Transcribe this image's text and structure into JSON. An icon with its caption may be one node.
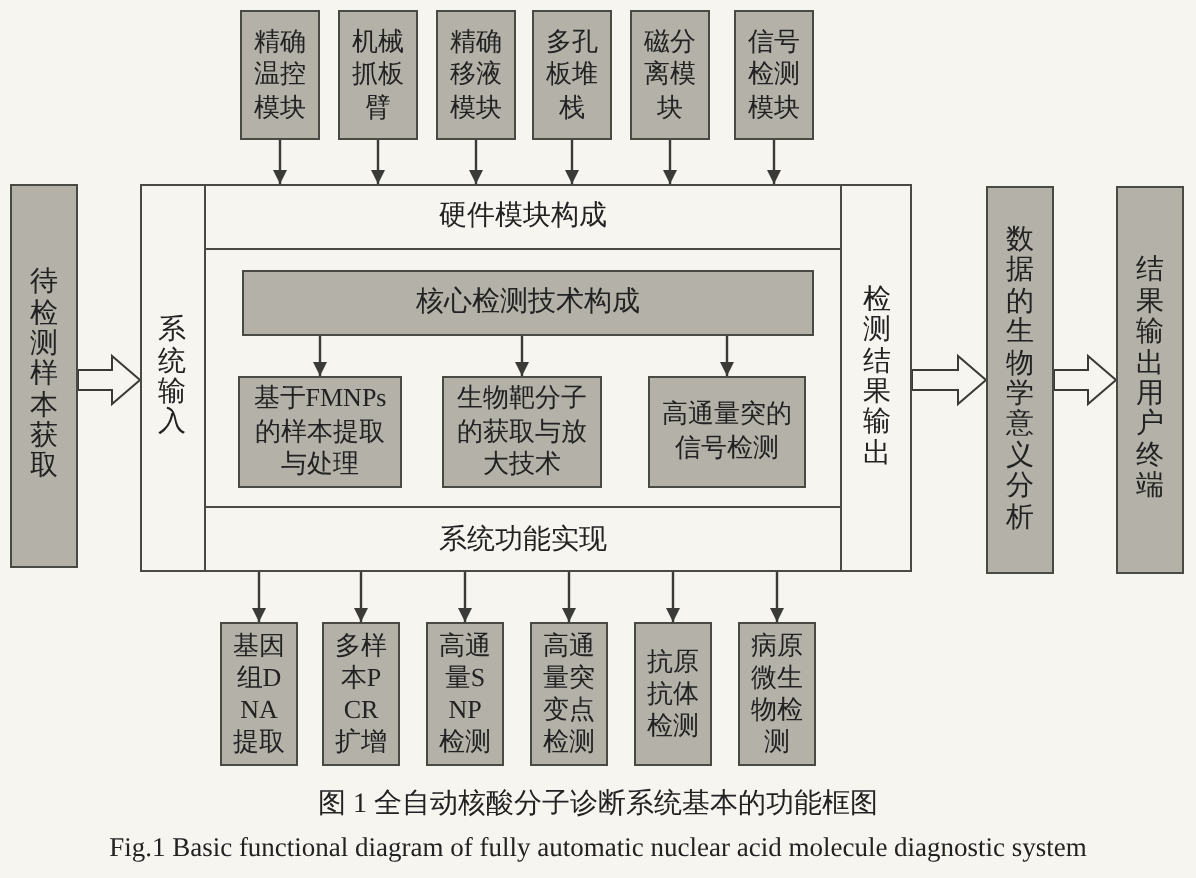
{
  "diagram": {
    "caption": "图 1 全自动核酸分子诊断系统基本的功能框图",
    "nodes": [
      {
        "text": [
          "精确温控模块"
        ]
      },
      {
        "text": [
          "机械抓板臂"
        ]
      },
      {
        "text": [
          "精确移液模块"
        ]
      },
      {
        "text": [
          "多孔板堆栈"
        ]
      },
      {
        "text": [
          "磁分离模块"
        ]
      },
      {
        "text": [
          "信号检测模块"
        ]
      },
      {
        "text": [
          "待检测样本获取"
        ]
      },
      {
        "text": [],
        "shape": "box"
      },
      {
        "text": [
          "系统输入"
        ],
        "in": 7
      },
      {
        "text": [
          "硬件模块构成"
        ],
        "in": 7
      },
      {
        "text": [
          "核心检测技术构成"
        ],
        "in": 7
      },
      {
        "text": [
          "基于FMNPs的样本提取与处理"
        ],
        "in": 7
      },
      {
        "text": [
          "生物靶分子的获取与放大技术"
        ],
        "in": 7
      },
      {
        "text": [
          "高通量突的信号检测"
        ],
        "in": 7
      },
      {
        "text": [
          "系统功能实现"
        ],
        "in": 7
      },
      {
        "text": [
          "检测结果输出"
        ],
        "in": 7
      },
      {
        "text": [
          "数据的生物学意义分析"
        ]
      },
      {
        "text": [
          "结果输出用户终端"
        ]
      },
      {
        "text": [
          "基因组DNA提取"
        ]
      },
      {
        "text": [
          "多样本PCR扩增"
        ]
      },
      {
        "text": [
          "高通量SNP检测"
        ]
      },
      {
        "text": [
          "高通量突变点检测"
        ]
      },
      {
        "text": [
          "抗原抗体检测"
        ]
      },
      {
        "text": [
          "病原微生物检测"
        ]
      }
    ],
    "edges": [
      {
        "from": 0,
        "to": 9,
        "arrow": "to"
      },
      {
        "from": 1,
        "to": 9,
        "arrow": "to"
      },
      {
        "from": 2,
        "to": 9,
        "arrow": "to"
      },
      {
        "from": 3,
        "to": 9,
        "arrow": "to"
      },
      {
        "from": 4,
        "to": 9,
        "arrow": "to"
      },
      {
        "from": 5,
        "to": 9,
        "arrow": "to"
      },
      {
        "from": 6,
        "to": 8,
        "arrow": "to",
        "style": "thick"
      },
      {
        "from": 10,
        "to": 11,
        "arrow": "to"
      },
      {
        "from": 10,
        "to": 12,
        "arrow": "to"
      },
      {
        "from": 10,
        "to": 13,
        "arrow": "to"
      },
      {
        "from": 15,
        "to": 16,
        "arrow": "to",
        "style": "thick"
      },
      {
        "from": 16,
        "to": 17,
        "arrow": "to",
        "style": "thick"
      },
      {
        "from": 14,
        "to": 18,
        "arrow": "to"
      },
      {
        "from": 14,
        "to": 19,
        "arrow": "to"
      },
      {
        "from": 14,
        "to": 20,
        "arrow": "to"
      },
      {
        "from": 14,
        "to": 21,
        "arrow": "to"
      },
      {
        "from": 14,
        "to": 22,
        "arrow": "to"
      },
      {
        "from": 14,
        "to": 23,
        "arrow": "to"
      }
    ],
    "labels": [
      "Fig.1 Basic functional diagram of fully automatic nuclear acid molecule diagnostic system"
    ]
  }
}
